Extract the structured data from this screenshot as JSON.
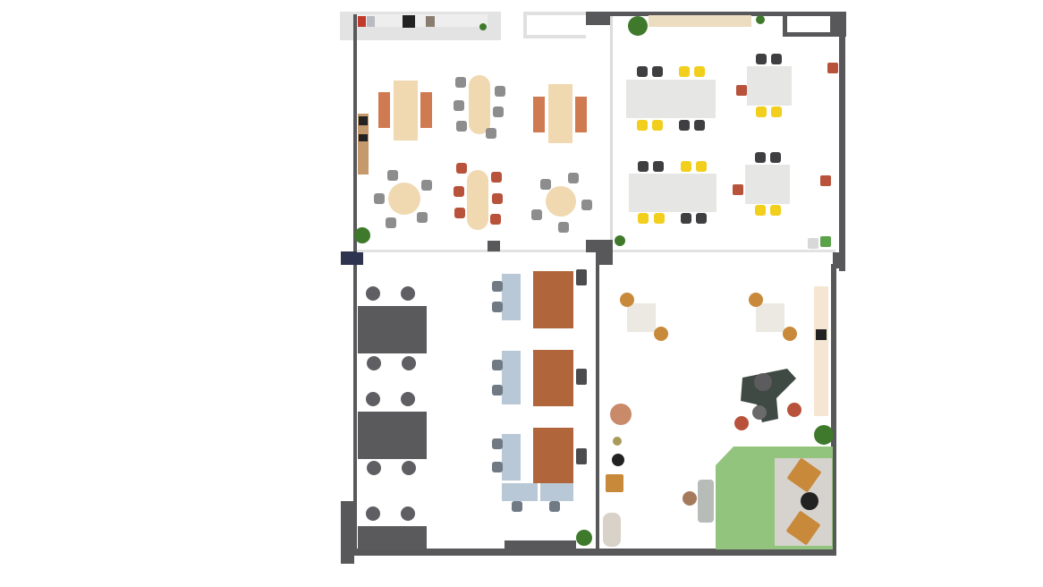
{
  "plan": {
    "type": "office-floor-plan",
    "rooms": [
      "meeting-area",
      "collaboration-area",
      "workstation-area",
      "lounge-area"
    ]
  },
  "colors": {
    "wall_dark": "#58585a",
    "wall_light": "#dcdcdc",
    "floor": "#ffffff",
    "table_wood": "#f0d8b0",
    "bench_orange": "#d07a52",
    "chair_gray": "#8d8d8d",
    "chair_red": "#b8523a",
    "chair_yellow": "#f2cf1d",
    "chair_black": "#3f3f41",
    "table_white": "#e6e6e4",
    "desk_pod": "#5a5a5c",
    "desk_blue": "#b8c8d6",
    "table_brown": "#b1653a",
    "lounge_tan": "#c8893a",
    "rug_green": "#93c47d",
    "rug_gray": "#d6d3cf",
    "plant_green": "#3f7a2c",
    "column_navy": "#2e3350"
  }
}
